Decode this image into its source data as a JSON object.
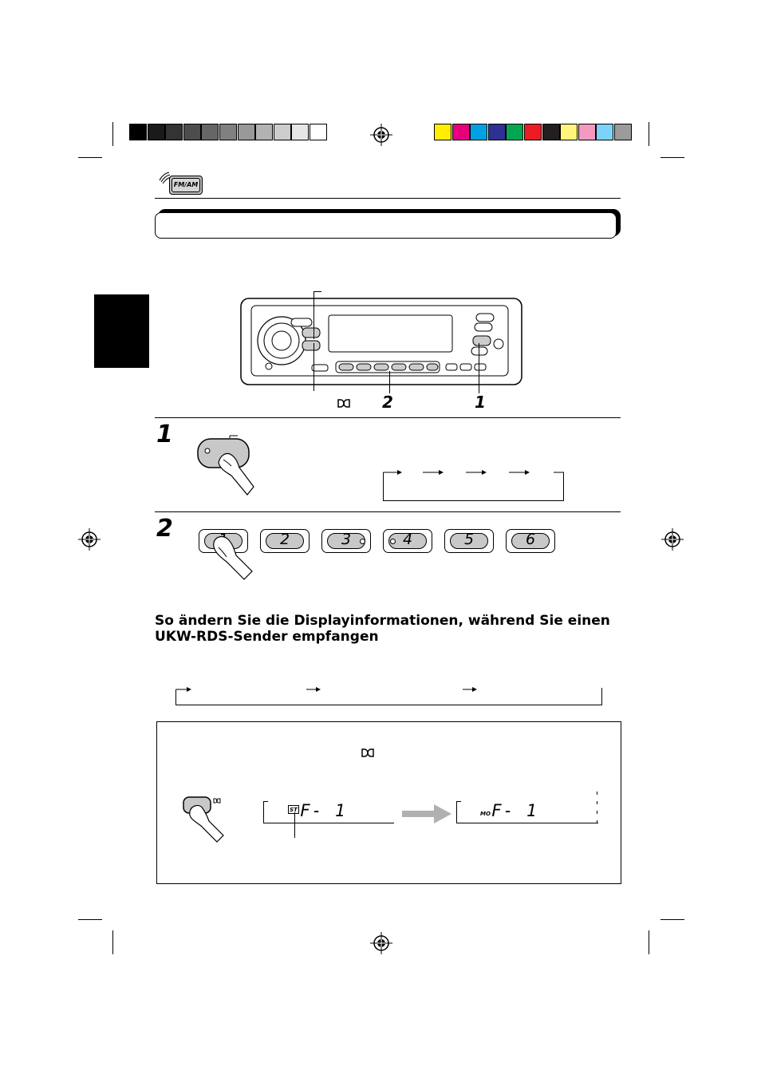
{
  "page": {
    "section_heading": "So ändern Sie die Displayinformationen, während Sie einen UKW-RDS-Sender empfangen"
  },
  "callouts": {
    "step_2": "2",
    "step_1": "1"
  },
  "steps": [
    {
      "number": "1"
    },
    {
      "number": "2"
    }
  ],
  "preset_buttons": [
    "1",
    "2",
    "3",
    "4",
    "5",
    "6"
  ],
  "fm_am_icon": {
    "label": "FM/AM"
  },
  "displays": {
    "before": {
      "indicator": "ST",
      "band": "F- 1"
    },
    "after": {
      "indicator": "MO",
      "band": "F- 1"
    }
  },
  "icons": {
    "dolby_symbol": "double-d-icon",
    "registration_mark": "crosshair-icon",
    "arrow": "right-arrow-icon",
    "finger": "pointing-finger-icon"
  },
  "colors": {
    "grayscale_bar": [
      "#000000",
      "#1a1a1a",
      "#333333",
      "#4d4d4d",
      "#666666",
      "#808080",
      "#999999",
      "#b3b3b3",
      "#cccccc",
      "#e6e6e6",
      "#ffffff"
    ],
    "color_bar": [
      "#ffee00",
      "#e6007e",
      "#00a0e3",
      "#2e3192",
      "#00a651",
      "#ed1c24",
      "#231f20",
      "#fff57a",
      "#f49ac1",
      "#7cd3f7",
      "#9b9b9b"
    ],
    "side_tab": "#000000",
    "title_bar_shadow": "#000000",
    "display_arrow": "#b0b0b0"
  }
}
